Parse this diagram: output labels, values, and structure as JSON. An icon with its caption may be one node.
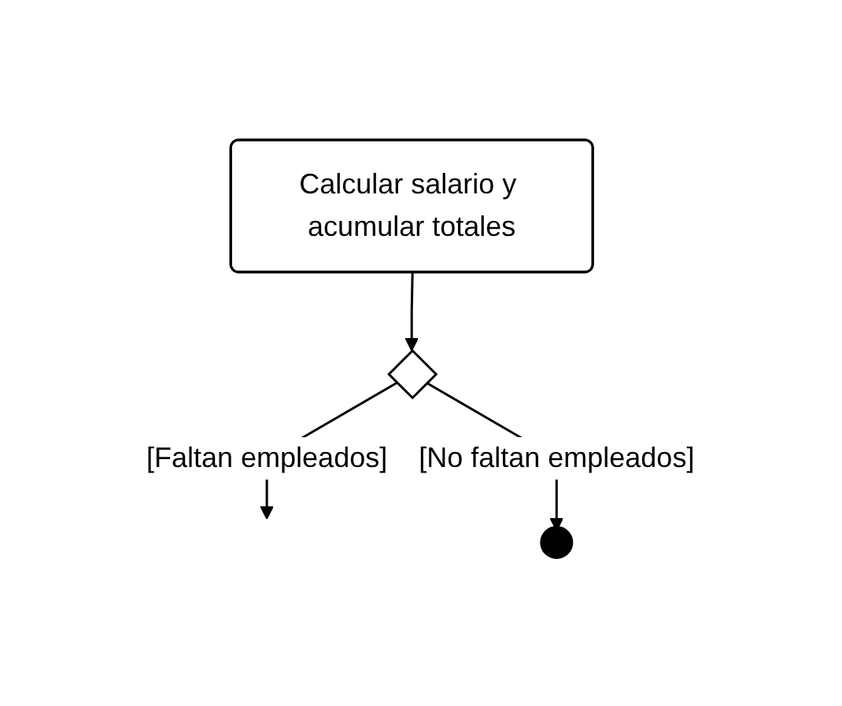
{
  "diagram": {
    "nodes": [
      {
        "text": [
          "Calcular salario y acumular totales"
        ]
      },
      {
        "text": [],
        "shape": "diamond"
      },
      {
        "text": [],
        "shape": "circle"
      }
    ],
    "edges": [
      {
        "from": 0,
        "to": 1,
        "arrow": "to"
      },
      {
        "from": 1,
        "to": null,
        "arrow": "to",
        "label": "[Faltan empleados]"
      },
      {
        "from": 1,
        "to": 2,
        "arrow": "to",
        "label": "[No faltan empleados]"
      }
    ]
  }
}
